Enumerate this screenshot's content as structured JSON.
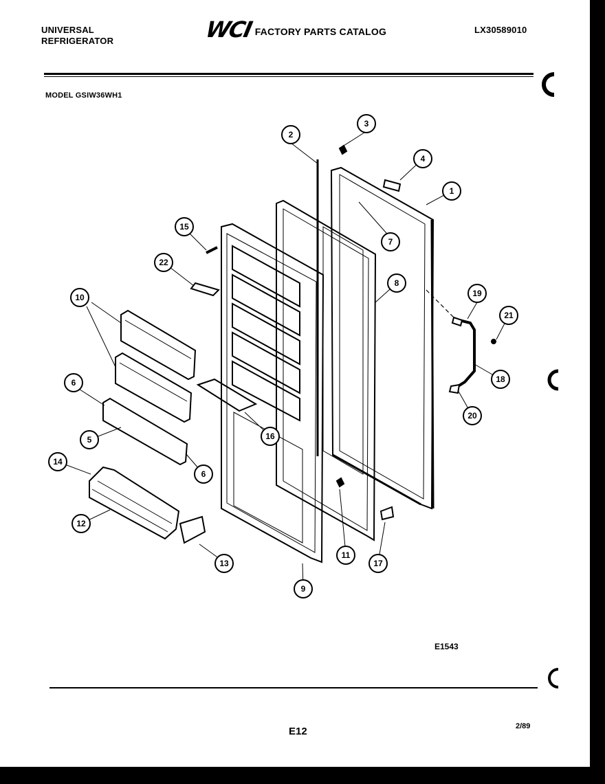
{
  "header": {
    "brand_line1": "UNIVERSAL",
    "brand_line2": "REFRIGERATOR",
    "logo": "WCI",
    "catalog_title": "FACTORY PARTS CATALOG",
    "doc_number": "LX30589010",
    "model": "MODEL GSIW36WH1"
  },
  "diagram": {
    "callouts": [
      "1",
      "2",
      "3",
      "4",
      "5",
      "6",
      "6",
      "7",
      "8",
      "9",
      "10",
      "11",
      "12",
      "13",
      "14",
      "15",
      "16",
      "17",
      "18",
      "19",
      "20",
      "21",
      "22"
    ],
    "code": "E1543"
  },
  "footer": {
    "page": "E12",
    "date": "2/89"
  }
}
